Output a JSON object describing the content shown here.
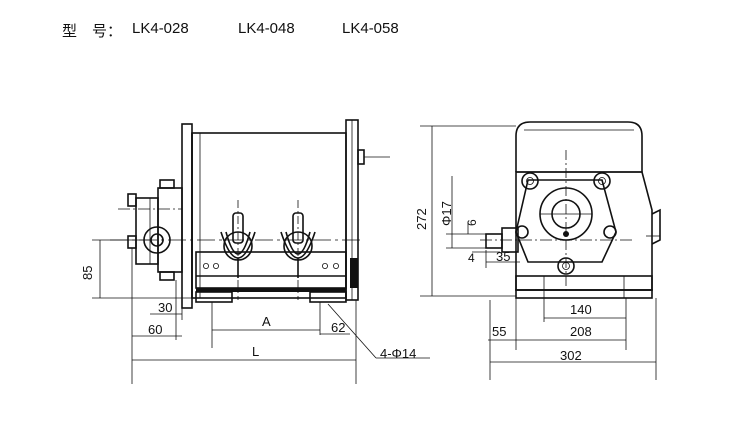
{
  "header": {
    "model_label": "型　号：",
    "models": [
      "LK4-028",
      "LK4-048",
      "LK4-058"
    ]
  },
  "dimensions": {
    "d85": "85",
    "d30": "30",
    "d60": "60",
    "dA": "A",
    "d62": "62",
    "dL": "L",
    "holes": "4-Φ14",
    "d272": "272",
    "phi17": "Φ17",
    "d6": "6",
    "d4": "4",
    "d35": "35",
    "d140": "140",
    "d55": "55",
    "d208": "208",
    "d302": "302"
  },
  "colors": {
    "line": "#111111",
    "background": "#ffffff"
  }
}
